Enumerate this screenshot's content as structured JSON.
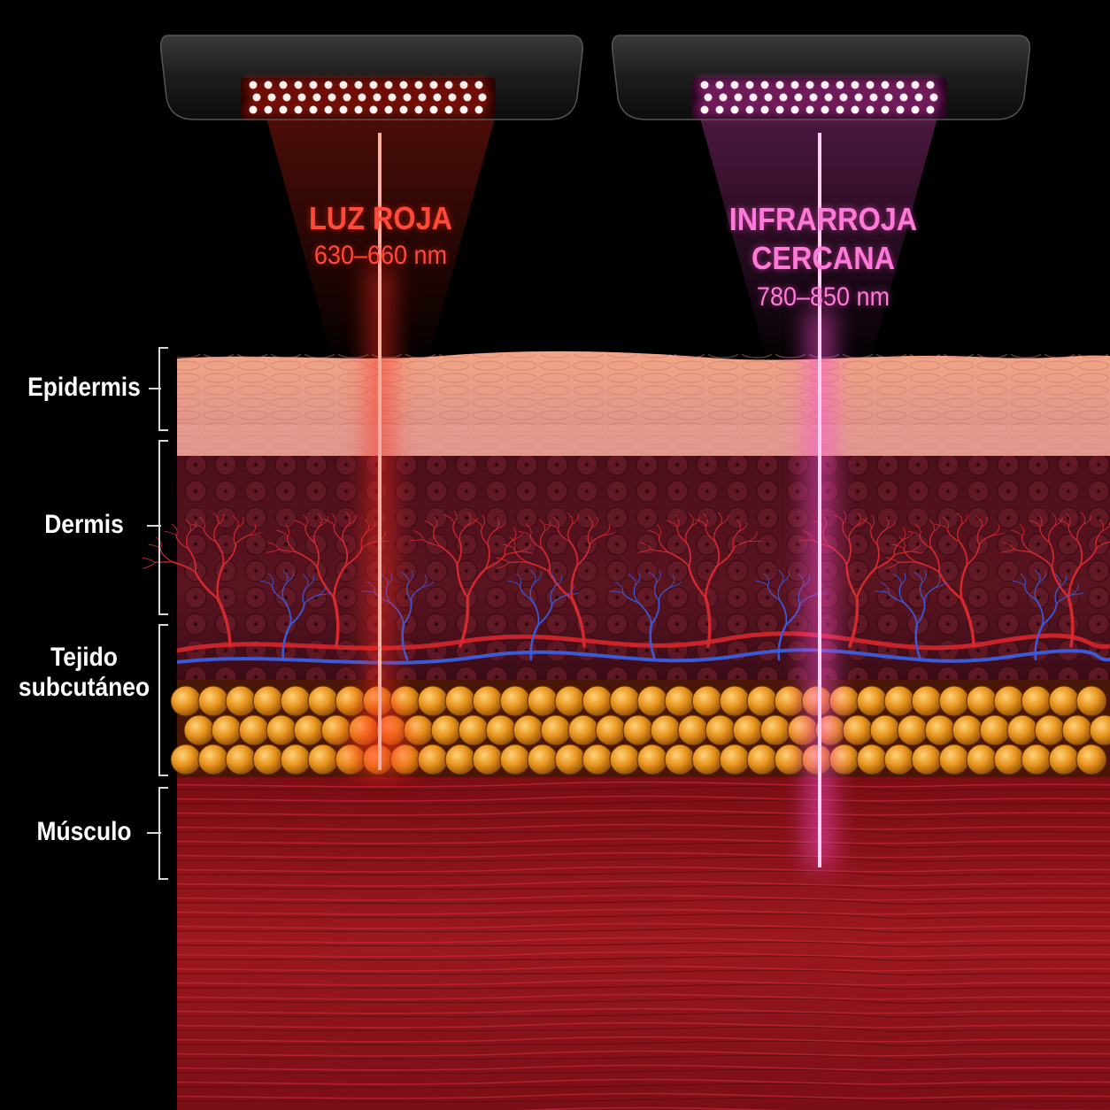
{
  "lamps": [
    {
      "id": "red",
      "title": "LUZ ROJA",
      "wavelength": "630–660 nm",
      "color": "#ff2a1a"
    },
    {
      "id": "nir",
      "title_line1": "INFRARROJA",
      "title_line2": "CERCANA",
      "wavelength": "780–850 nm",
      "color": "#ff4fd2"
    }
  ],
  "layers": [
    {
      "id": "epidermis",
      "label": "Epidermis"
    },
    {
      "id": "dermis",
      "label": "Dermis"
    },
    {
      "id": "subcutaneous",
      "label_line1": "Tejido",
      "label_line2": "subcutáneo"
    },
    {
      "id": "muscle",
      "label": "Músculo"
    }
  ]
}
